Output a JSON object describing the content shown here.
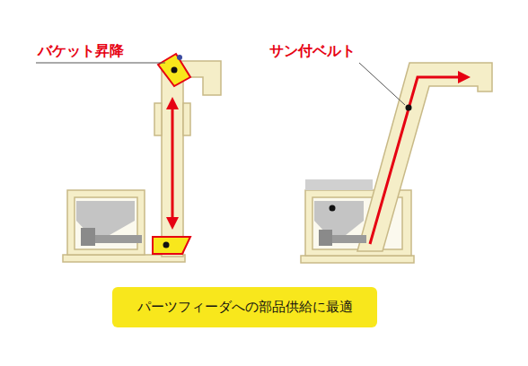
{
  "diagram": {
    "nodes": [
      {
        "text": [
          "パーツフィーダへの部品供給に最適"
        ]
      }
    ],
    "labels": [
      "バケット昇降",
      "サン付ベルト"
    ]
  }
}
